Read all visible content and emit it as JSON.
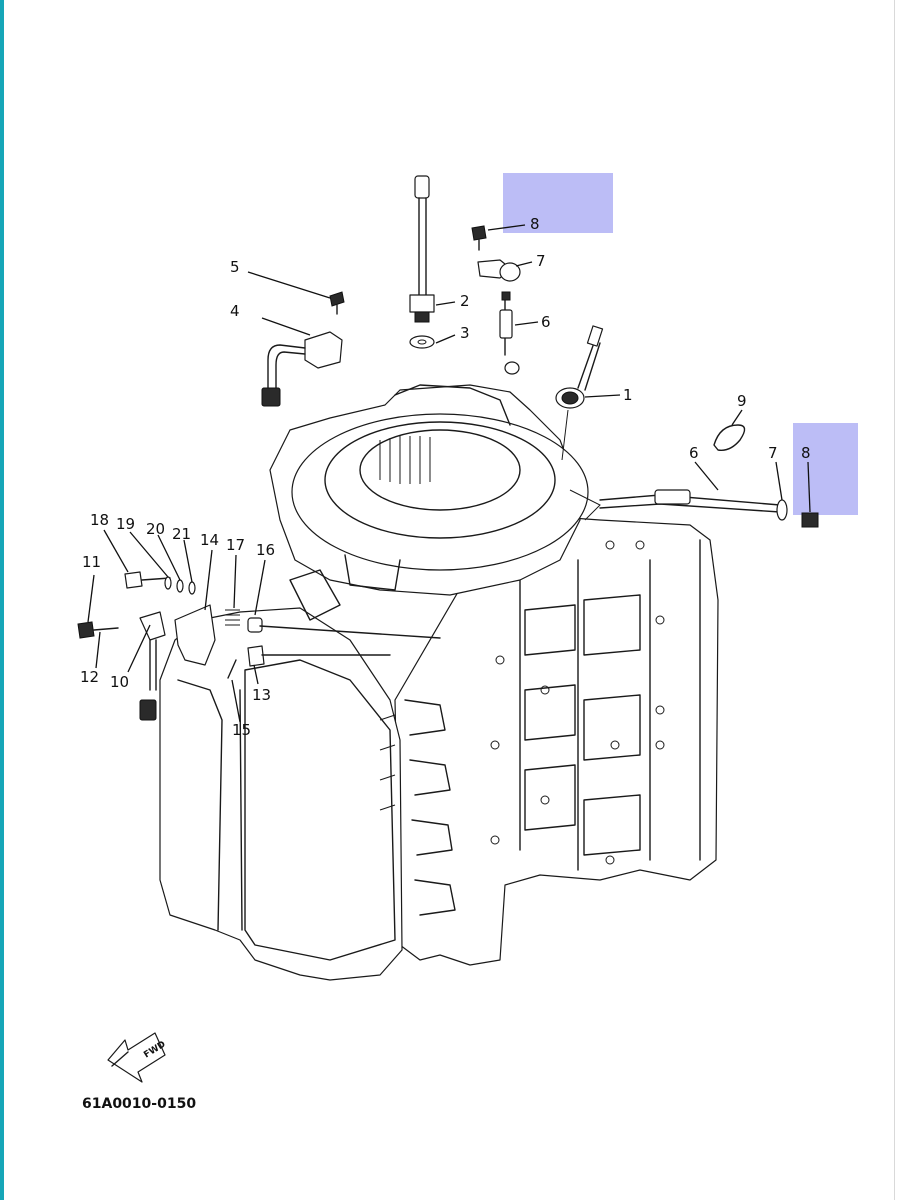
{
  "colors": {
    "left_border": "#16a6b8",
    "highlight": "#b8b9f5",
    "ink": "#1a1a1a"
  },
  "diagram_code": "61A0010-0150",
  "fwd_arrow_label": "FWD",
  "callouts": {
    "c1": "1",
    "c2": "2",
    "c3": "3",
    "c4": "4",
    "c5": "5",
    "c6a": "6",
    "c6b": "6",
    "c7a": "7",
    "c7b": "7",
    "c8a": "8",
    "c8b": "8",
    "c9": "9",
    "c10": "10",
    "c11": "11",
    "c12": "12",
    "c13": "13",
    "c14": "14",
    "c15": "15",
    "c16": "16",
    "c17": "17",
    "c18": "18",
    "c19": "19",
    "c20": "20",
    "c21": "21"
  }
}
